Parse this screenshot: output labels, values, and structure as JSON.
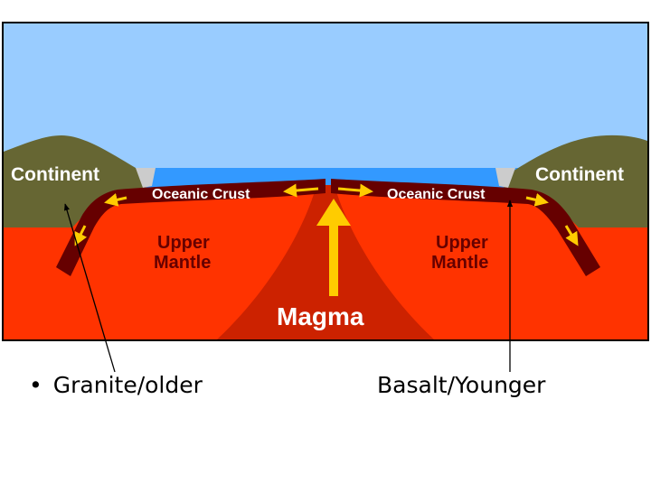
{
  "diagram": {
    "labels": {
      "continent_left": "Continent",
      "continent_right": "Continent",
      "oceanic_crust_left": "Oceanic Crust",
      "oceanic_crust_right": "Oceanic Crust",
      "upper_mantle_left": [
        "Upper",
        "Mantle"
      ],
      "upper_mantle_right": [
        "Upper",
        "Mantle"
      ],
      "magma": "Magma"
    },
    "colors": {
      "sky": "#99ccff",
      "ocean": "#3399ff",
      "continent": "#666633",
      "mantle": "#ff3300",
      "crust": "#660000",
      "magma_plume": "#cc2200",
      "arrow": "#ffcc00",
      "label_white": "#ffffff",
      "label_dark": "#660000"
    }
  },
  "captions": {
    "bullet": "•",
    "left": "Granite/older",
    "right": "Basalt/Younger"
  }
}
